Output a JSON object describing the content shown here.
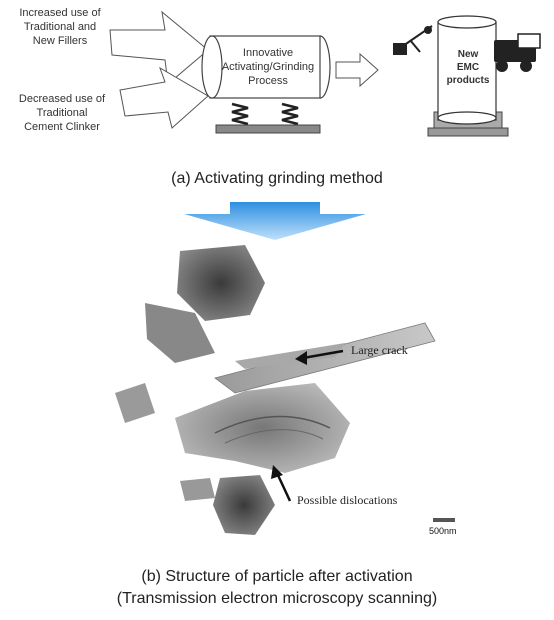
{
  "diagram": {
    "input_increase": [
      "Increased use of",
      "Traditional and",
      "New Fillers"
    ],
    "input_decrease": [
      "Decreased use of",
      "Traditional",
      "Cement Clinker"
    ],
    "process": [
      "Innovative",
      "Activating/Grinding",
      "Process"
    ],
    "product": [
      "New",
      "EMC",
      "products"
    ]
  },
  "caption_a": "(a) Activating grinding method",
  "tem": {
    "label_crack": "Large crack",
    "label_dislocations": "Possible dislocations",
    "scale_bar": "500nm"
  },
  "caption_b": [
    "(b) Structure of particle after activation",
    "(Transmission electron microscopy scanning)"
  ]
}
